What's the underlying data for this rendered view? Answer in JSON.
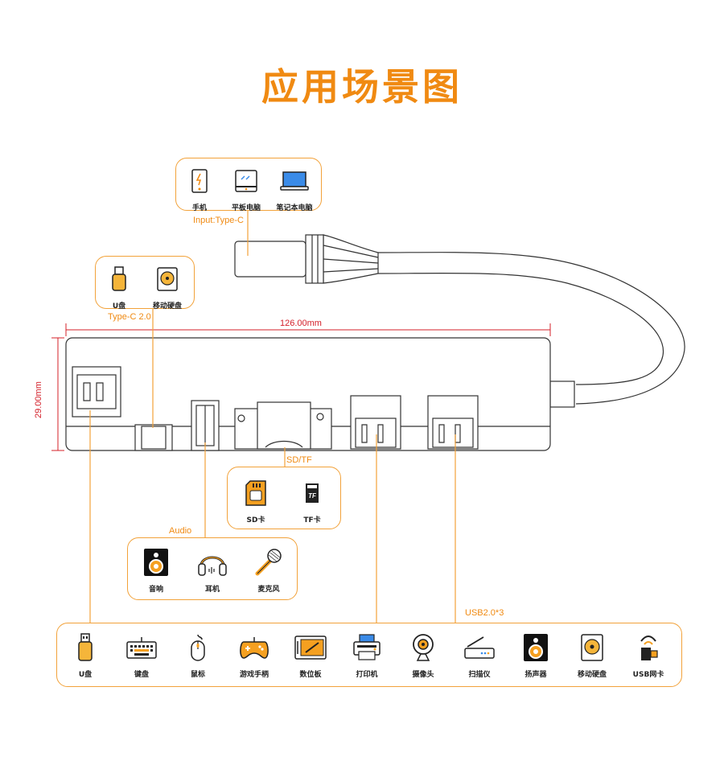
{
  "title": "应用场景图",
  "dimension_width": "126.00mm",
  "dimension_height": "29.00mm",
  "input_box": {
    "label": "Input:Type-C",
    "items": [
      "手机",
      "平板电脑",
      "笔记本电脑"
    ]
  },
  "typec_box": {
    "label": "Type-C 2.0",
    "items": [
      "U盘",
      "移动硬盘"
    ]
  },
  "sdtf_box": {
    "label": "SD/TF",
    "items": [
      "SD卡",
      "TF卡"
    ],
    "tf_text": "TF"
  },
  "audio_box": {
    "label": "Audio",
    "items": [
      "音响",
      "耳机",
      "麦克风"
    ]
  },
  "usb_box": {
    "label": "USB2.0*3",
    "items": [
      "U盘",
      "键盘",
      "鼠标",
      "游戏手柄",
      "数位板",
      "打印机",
      "摄像头",
      "扫描仪",
      "扬声器",
      "移动硬盘",
      "USB网卡"
    ]
  },
  "colors": {
    "accent": "#f08a12",
    "box_border": "#f2a23a",
    "dimension": "#d4202a"
  }
}
